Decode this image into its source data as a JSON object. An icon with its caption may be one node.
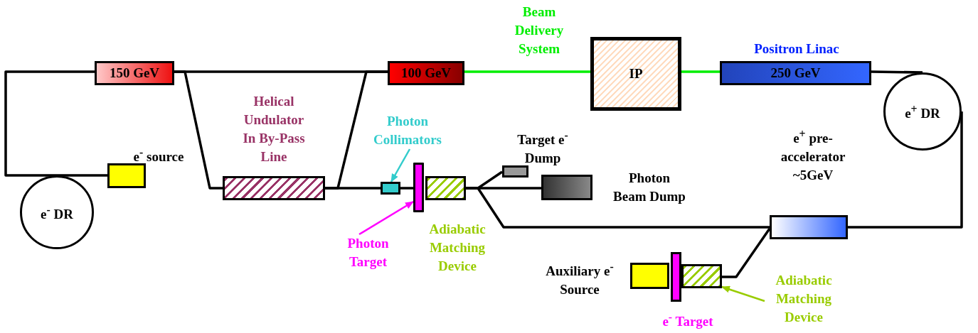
{
  "diagram": {
    "nodes": [
      {
        "text": [
          "150 GeV"
        ]
      },
      {
        "text": [
          "100 GeV"
        ]
      },
      {
        "text": [
          "IP"
        ]
      },
      {
        "text": [
          "Positron Linac",
          "250 GeV"
        ]
      },
      {
        "text": [
          "e$^{+}$ DR"
        ]
      },
      {
        "text": [
          "e$^{-}$ DR"
        ]
      },
      {
        "text": [
          "e$^{-}$ source"
        ]
      },
      {
        "text": [
          "Helical Undulator In By-Pass Line"
        ]
      },
      {
        "text": [
          "Photon Collimators"
        ]
      },
      {
        "text": [],
        "shape": "box"
      },
      {
        "text": [
          "Photon Target"
        ]
      },
      {
        "text": [],
        "shape": "bar"
      },
      {
        "text": [
          "Adiabatic Matching Device"
        ]
      },
      {
        "text": [
          "Target e$^{-}$ Dump"
        ]
      },
      {
        "text": [
          "Photon Beam Dump"
        ]
      },
      {
        "text": [
          "e$^{+}$ pre-accelerator ~5GeV"
        ]
      },
      {
        "text": [
          "Auxiliary e$^{-}$ Source"
        ]
      },
      {
        "text": [
          "e$^{-}$ Target"
        ]
      },
      {
        "text": [],
        "shape": "box"
      },
      {
        "text": [
          "Adiabatic Matching Device"
        ]
      }
    ],
    "edges": [
      {
        "from": 6,
        "to": 5,
        "arrow": "none"
      },
      {
        "from": 5,
        "to": 0,
        "arrow": "none"
      },
      {
        "from": 0,
        "to": 1,
        "arrow": "none"
      },
      {
        "from": 0,
        "to": 7,
        "arrow": "none"
      },
      {
        "from": 7,
        "to": 1,
        "arrow": "none"
      },
      {
        "from": 7,
        "to": 9,
        "arrow": "none"
      },
      {
        "from": 9,
        "to": 11,
        "arrow": "none"
      },
      {
        "from": 12,
        "to": 13,
        "arrow": "none"
      },
      {
        "from": 12,
        "to": 14,
        "arrow": "none"
      },
      {
        "from": 12,
        "to": 15,
        "arrow": "none"
      },
      {
        "from": 1,
        "to": 2,
        "arrow": "none",
        "color": "#00ee00"
      },
      {
        "from": 2,
        "to": 3,
        "arrow": "none",
        "color": "#00ee00"
      },
      {
        "from": 3,
        "to": 4,
        "arrow": "none"
      },
      {
        "from": 4,
        "to": 15,
        "arrow": "none"
      },
      {
        "from": 18,
        "to": 15,
        "arrow": "none"
      },
      {
        "from": 8,
        "to": 9,
        "arrow": "to",
        "color": "#33cccc"
      },
      {
        "from": 10,
        "to": 11,
        "arrow": "to",
        "color": "#ff00ff"
      },
      {
        "from": 19,
        "to": 18,
        "arrow": "to",
        "color": "#99cc00"
      }
    ],
    "labels": [
      "Beam Delivery System"
    ]
  }
}
